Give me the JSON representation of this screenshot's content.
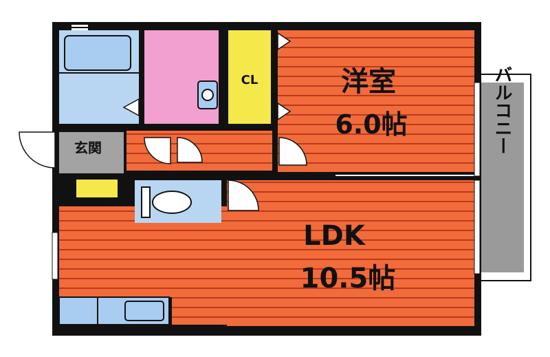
{
  "rooms": {
    "western_room": {
      "name": "洋室",
      "size": "6.0帖"
    },
    "ldk": {
      "name": "LDK",
      "size": "10.5帖"
    },
    "closet": {
      "name": "CL"
    },
    "entrance": {
      "name": "玄関"
    },
    "balcony": {
      "name": "バルコニー"
    }
  },
  "colors": {
    "floor_orange": "#f26b3a",
    "stripe": "#b83a1e",
    "wall": "#111111",
    "bath_blue": "#b8d6f2",
    "fixture_blue": "#a9cdf0",
    "washroom_pink": "#f2a0cf",
    "closet_yellow": "#f4e84a",
    "entrance_gray": "#a3a3a3",
    "balcony_gray": "#9a9a9a"
  }
}
